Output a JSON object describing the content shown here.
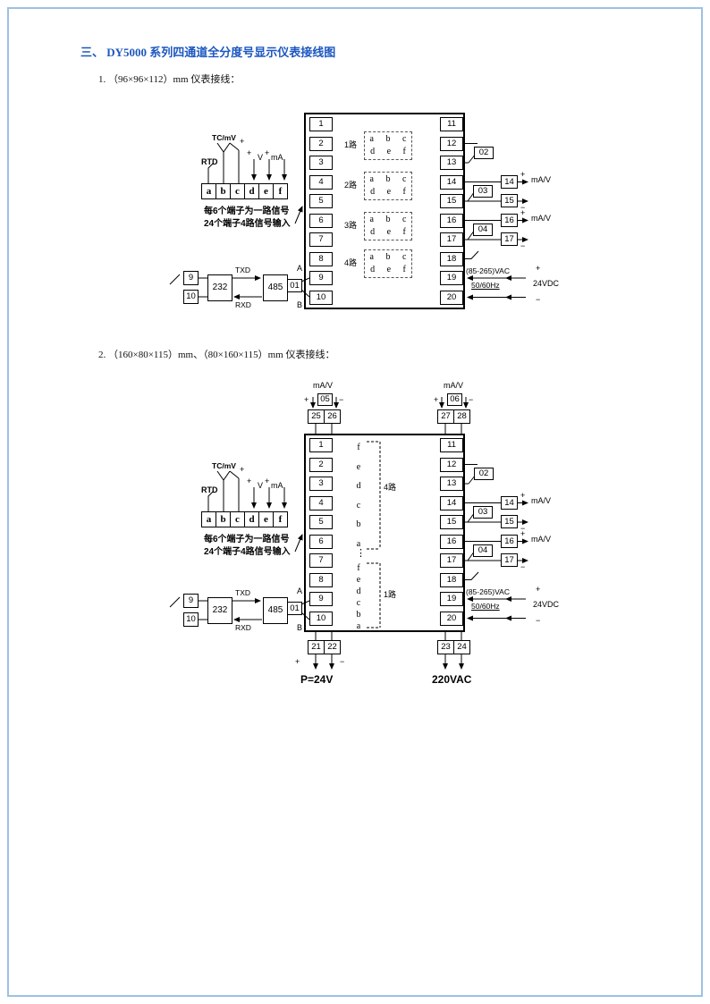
{
  "page": {
    "heading": "三、 DY5000 系列四通道全分度号显示仪表接线图",
    "items": [
      "1.  （96×96×112）mm 仪表接线：",
      "2.  （160×80×115）mm、（80×160×115）mm 仪表接线："
    ]
  },
  "labels": {
    "tc": "TC/mV",
    "rtd": "RTD",
    "v": "V",
    "ma": "mA",
    "plus": "+",
    "minus": "−",
    "cap1": "每6个端子为一路信号",
    "cap2": "24个端子4路信号输入",
    "p9": "9",
    "p10": "10",
    "c232": "232",
    "txd": "TXD",
    "rxd": "RXD",
    "c485": "485",
    "addr": "01",
    "A": "A",
    "B": "B",
    "r02": "02",
    "r03": "03",
    "r04": "04",
    "o14": "14",
    "o15": "15",
    "o16": "16",
    "o17": "17",
    "mav": "mA/V",
    "vac": "(85-265)VAC",
    "hz": "50/60Hz",
    "dc": "24VDC"
  },
  "diagram1": {
    "terminals_left": [
      "1",
      "2",
      "3",
      "4",
      "5",
      "6",
      "7",
      "8",
      "9",
      "10"
    ],
    "terminals_right": [
      "11",
      "12",
      "13",
      "14",
      "15",
      "16",
      "17",
      "18",
      "19",
      "20"
    ],
    "strip": [
      "a",
      "b",
      "c",
      "d",
      "e",
      "f"
    ],
    "channels": [
      {
        "label": "1路",
        "row1": "a b c",
        "row2": "d e f"
      },
      {
        "label": "2路",
        "row1": "a b c",
        "row2": "d e f"
      },
      {
        "label": "3路",
        "row1": "a b c",
        "row2": "d e f"
      },
      {
        "label": "4路",
        "row1": "a b c",
        "row2": "d e f"
      }
    ]
  },
  "diagram2": {
    "terminals_left": [
      "1",
      "2",
      "3",
      "4",
      "5",
      "6",
      "7",
      "8",
      "9",
      "10"
    ],
    "terminals_right": [
      "11",
      "12",
      "13",
      "14",
      "15",
      "16",
      "17",
      "18",
      "19",
      "20"
    ],
    "strip": [
      "a",
      "b",
      "c",
      "d",
      "e",
      "f"
    ],
    "letters_top": [
      "f",
      "e",
      "d",
      "c",
      "b",
      "a"
    ],
    "dots": "⋮",
    "letters_bottom": [
      "f",
      "e",
      "d",
      "c",
      "b",
      "a"
    ],
    "group_top": "4路",
    "group_bottom": "1路",
    "out05": "05",
    "out06": "06",
    "t25": "25",
    "t26": "26",
    "t27": "27",
    "t28": "28",
    "t21": "21",
    "t22": "22",
    "t23": "23",
    "t24": "24",
    "p24": "P=24V",
    "vac220": "220VAC"
  }
}
